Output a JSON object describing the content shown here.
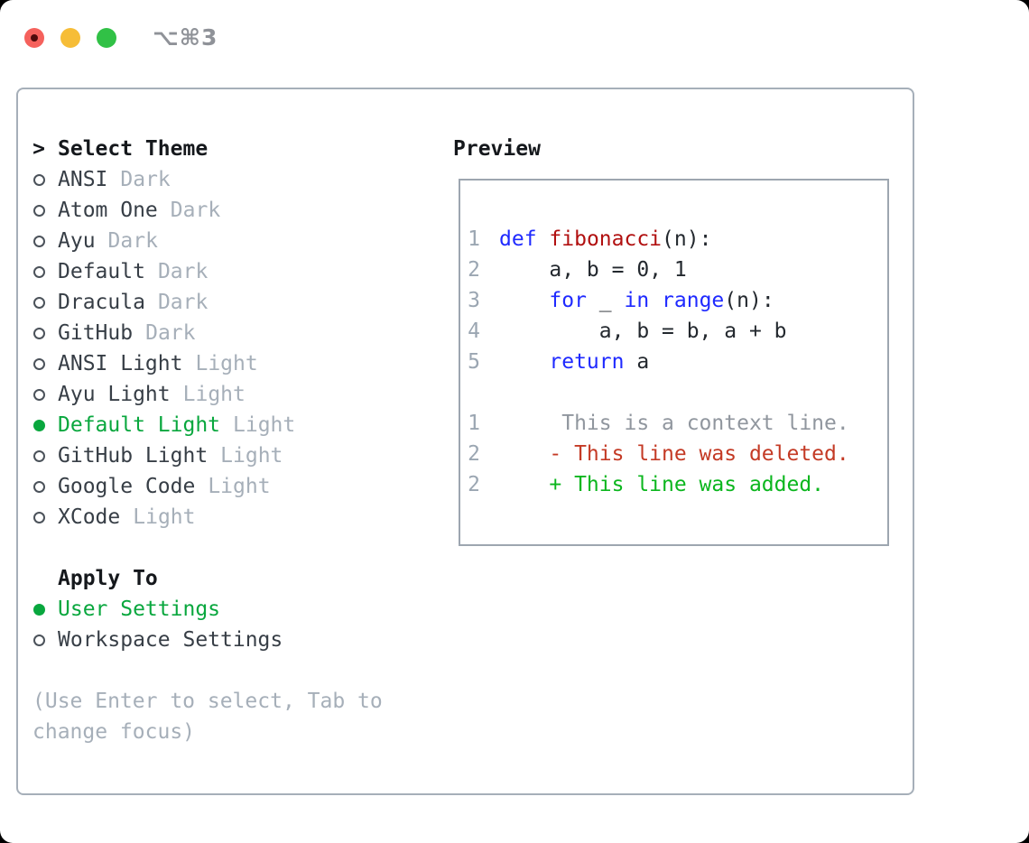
{
  "window": {
    "title": "⌥⌘3"
  },
  "colors": {
    "accent_green": "#09a73e",
    "added_green": "#0bb61e",
    "deleted_red": "#c43a25",
    "keyword_blue": "#1f2aff",
    "function_red": "#b11010",
    "muted_gray": "#a6afb9",
    "text_dark": "#373e46",
    "traffic_red": "#f5615c",
    "traffic_yellow": "#f6bd37",
    "traffic_green": "#31c146"
  },
  "theme_section": {
    "prompt": ">",
    "heading": "Select Theme",
    "items": [
      {
        "label": "ANSI",
        "variant": "Dark",
        "selected": false
      },
      {
        "label": "Atom One",
        "variant": "Dark",
        "selected": false
      },
      {
        "label": "Ayu",
        "variant": "Dark",
        "selected": false
      },
      {
        "label": "Default",
        "variant": "Dark",
        "selected": false
      },
      {
        "label": "Dracula",
        "variant": "Dark",
        "selected": false
      },
      {
        "label": "GitHub",
        "variant": "Dark",
        "selected": false
      },
      {
        "label": "ANSI Light",
        "variant": "Light",
        "selected": false
      },
      {
        "label": "Ayu Light",
        "variant": "Light",
        "selected": false
      },
      {
        "label": "Default Light",
        "variant": "Light",
        "selected": true
      },
      {
        "label": "GitHub Light",
        "variant": "Light",
        "selected": false
      },
      {
        "label": "Google Code",
        "variant": "Light",
        "selected": false
      },
      {
        "label": "XCode",
        "variant": "Light",
        "selected": false
      }
    ]
  },
  "apply_section": {
    "heading": "Apply To",
    "items": [
      {
        "label": "User Settings",
        "selected": true
      },
      {
        "label": "Workspace Settings",
        "selected": false
      }
    ]
  },
  "help_text": "(Use Enter to select, Tab to change focus)",
  "preview": {
    "heading": "Preview",
    "lines": [
      {
        "num": "1",
        "segments": [
          {
            "text": "def",
            "style": "keyword"
          },
          {
            "text": " ",
            "style": "plain"
          },
          {
            "text": "fibonacci",
            "style": "function"
          },
          {
            "text": "(n):",
            "style": "plain"
          }
        ]
      },
      {
        "num": "2",
        "segments": [
          {
            "text": "    a, b = 0, 1",
            "style": "plain"
          }
        ]
      },
      {
        "num": "3",
        "segments": [
          {
            "text": "    ",
            "style": "plain"
          },
          {
            "text": "for",
            "style": "keyword"
          },
          {
            "text": " _ ",
            "style": "plain"
          },
          {
            "text": "in",
            "style": "keyword"
          },
          {
            "text": " ",
            "style": "plain"
          },
          {
            "text": "range",
            "style": "keyword"
          },
          {
            "text": "(n):",
            "style": "plain"
          }
        ]
      },
      {
        "num": "4",
        "segments": [
          {
            "text": "        a, b = b, a + b",
            "style": "plain"
          }
        ]
      },
      {
        "num": "5",
        "segments": [
          {
            "text": "    ",
            "style": "plain"
          },
          {
            "text": "return",
            "style": "keyword"
          },
          {
            "text": " a",
            "style": "plain"
          }
        ]
      },
      {
        "num": "",
        "segments": []
      },
      {
        "num": "1",
        "segments": [
          {
            "text": "     This is a context line.",
            "style": "context"
          }
        ]
      },
      {
        "num": "2",
        "segments": [
          {
            "text": "    - This line was deleted.",
            "style": "deleted"
          }
        ]
      },
      {
        "num": "2",
        "segments": [
          {
            "text": "    + This line was added.",
            "style": "added"
          }
        ]
      }
    ]
  }
}
